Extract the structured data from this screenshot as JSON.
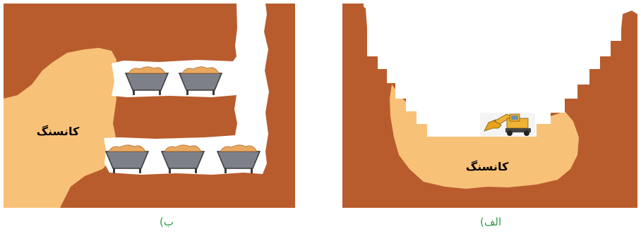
{
  "panel_right": {
    "caption": "الف)",
    "ore_label": "کانسنگ"
  },
  "panel_left": {
    "caption": "ب)",
    "ore_label": "کانسنگ"
  },
  "colors": {
    "rock": "#b85c2e",
    "ore": "#f8c178",
    "cart": "#7d8088",
    "caption": "#2e9a4a"
  },
  "icons": [
    "mine-cart-icon",
    "excavator-icon"
  ]
}
